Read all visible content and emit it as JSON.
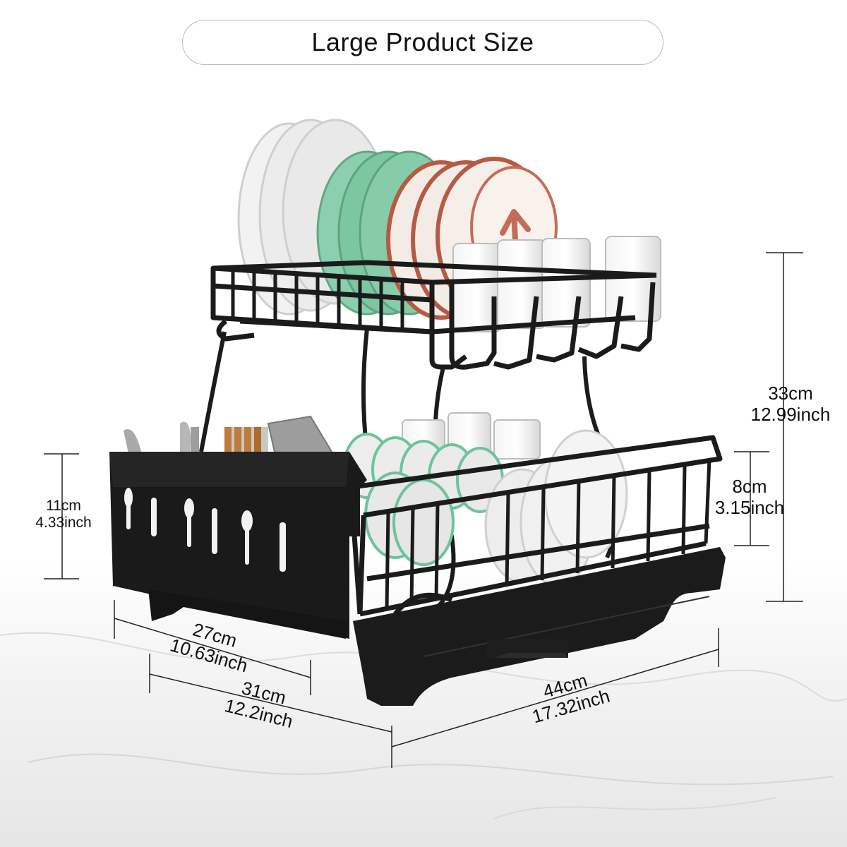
{
  "title": "Large Product Size",
  "dimensions": {
    "total_height": {
      "cm": "33cm",
      "inch": "12.99inch"
    },
    "upper_gap": {
      "cm": "8cm",
      "inch": "3.15inch"
    },
    "holder_height": {
      "cm": "11cm",
      "inch": "4.33inch"
    },
    "depth_top": {
      "cm": "27cm",
      "inch": "10.63inch"
    },
    "depth_base": {
      "cm": "31cm",
      "inch": "12.2inch"
    },
    "width": {
      "cm": "44cm",
      "inch": "17.32inch"
    }
  },
  "colors": {
    "rack": "#1b1b1b",
    "plate_white": "#e6e6e6",
    "plate_green": "#7cc7a0",
    "plate_red_rim": "#b75a44",
    "floor": "#ececec"
  }
}
